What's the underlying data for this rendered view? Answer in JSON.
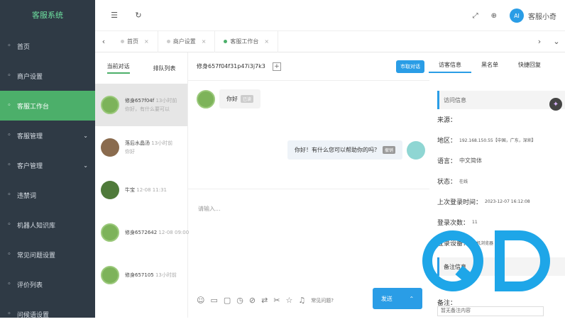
{
  "app": {
    "title": "客服系统"
  },
  "sidebar": {
    "items": [
      {
        "label": "首页",
        "icon": "home-icon",
        "chevron": false
      },
      {
        "label": "商户设置",
        "icon": "store-icon",
        "chevron": false
      },
      {
        "label": "客服工作台",
        "icon": "headset-icon",
        "chevron": false,
        "active": true
      },
      {
        "label": "客服管理",
        "icon": "user-icon",
        "chevron": true
      },
      {
        "label": "客户管理",
        "icon": "users-icon",
        "chevron": true
      },
      {
        "label": "违禁词",
        "icon": "block-icon",
        "chevron": false
      },
      {
        "label": "机器人知识库",
        "icon": "robot-icon",
        "chevron": false
      },
      {
        "label": "常见问题设置",
        "icon": "faq-icon",
        "chevron": false
      },
      {
        "label": "评价列表",
        "icon": "star-icon",
        "chevron": false
      },
      {
        "label": "问候语设置",
        "icon": "greet-icon",
        "chevron": false
      }
    ]
  },
  "topbar": {
    "user": "客服小奇",
    "avatar": "AI"
  },
  "tabs": [
    {
      "label": "首页",
      "active": false
    },
    {
      "label": "商户设置",
      "active": false
    },
    {
      "label": "客服工作台",
      "active": true
    }
  ],
  "conv": {
    "tab_current": "当前对话",
    "tab_queue": "排队列表",
    "items": [
      {
        "name": "修身657f04f",
        "time": "13小时前",
        "msg": "你好，有什么要可以",
        "av": "green",
        "active": true
      },
      {
        "name": "落后水晶汤",
        "time": "13小时前",
        "msg": "你好",
        "av": "brown",
        "active": false
      },
      {
        "name": "牛宝",
        "time": "12-08 11:31",
        "msg": "",
        "av": "tree",
        "active": false
      },
      {
        "name": "修身6572642",
        "time": "12-08 09:00",
        "msg": "",
        "av": "green",
        "active": false
      },
      {
        "name": "修身657105",
        "time": "13小时前",
        "msg": "",
        "av": "green",
        "active": false
      }
    ]
  },
  "chat": {
    "header_name": "修身657f04f31p47i3j7k3",
    "msg1": {
      "text": "你好",
      "tag": "已读"
    },
    "msg2": {
      "text": "你好！有什么您可以帮助你的吗？",
      "tag": "撤销"
    },
    "placeholder": "请输入...",
    "bottom_hint": "常见问题?",
    "send_label": "发送"
  },
  "right": {
    "take_label": "市取对话",
    "tabs": [
      "访客信息",
      "黑名单",
      "快捷回复"
    ],
    "info_title": "访问信息",
    "rows": [
      {
        "k": "来源：",
        "v": ""
      },
      {
        "k": "地区：",
        "v": "192.168.150.55【中国，广东，深圳】"
      },
      {
        "k": "语言：",
        "v": "中文简体"
      },
      {
        "k": "状态：",
        "v": "在线"
      },
      {
        "k": "上次登录时间：",
        "v": "2023-12-07 16:12:08"
      },
      {
        "k": "登录次数：",
        "v": "11"
      },
      {
        "k": "登录设备：",
        "v": "手机浏览器"
      }
    ],
    "remark_title": "备注信息",
    "remark_label": "备注：",
    "remark_value": "暂无备注内容"
  }
}
